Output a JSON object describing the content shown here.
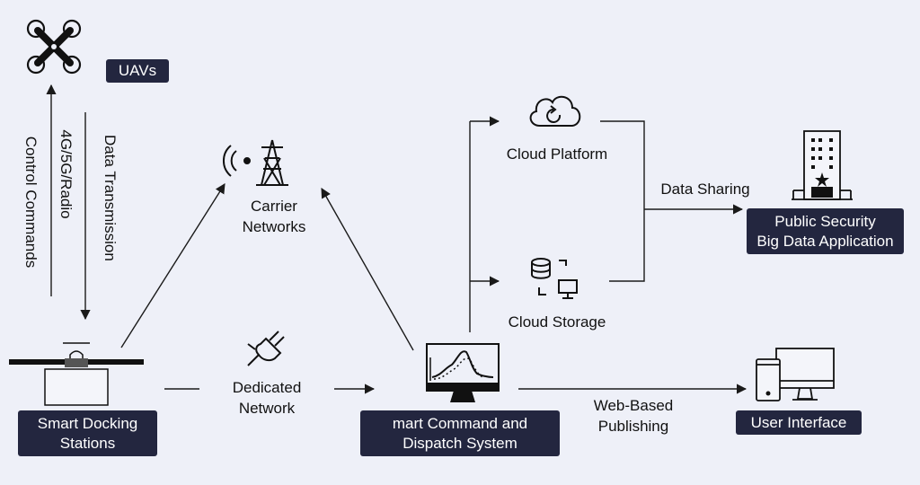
{
  "nodes": {
    "uavs": "UAVs",
    "carrier_networks": [
      "Carrier",
      "Networks"
    ],
    "dedicated_network": [
      "Dedicated",
      "Network"
    ],
    "smart_docking": [
      "Smart Docking",
      "Stations"
    ],
    "command_system": [
      "mart Command and",
      "Dispatch System"
    ],
    "cloud_platform": "Cloud Platform",
    "cloud_storage": "Cloud Storage",
    "public_security": [
      "Public Security",
      "Big Data Application"
    ],
    "user_interface": "User Interface"
  },
  "edges": {
    "control_commands": "Control Commands",
    "data_transmission": "Data Transmission",
    "radio": "4G/5G/Radio",
    "data_sharing": "Data Sharing",
    "web_publishing": [
      "Web-Based",
      "Publishing"
    ]
  },
  "colors": {
    "badge": "#23263f",
    "background": "#eef0f8",
    "line": "#1a1a1a"
  }
}
